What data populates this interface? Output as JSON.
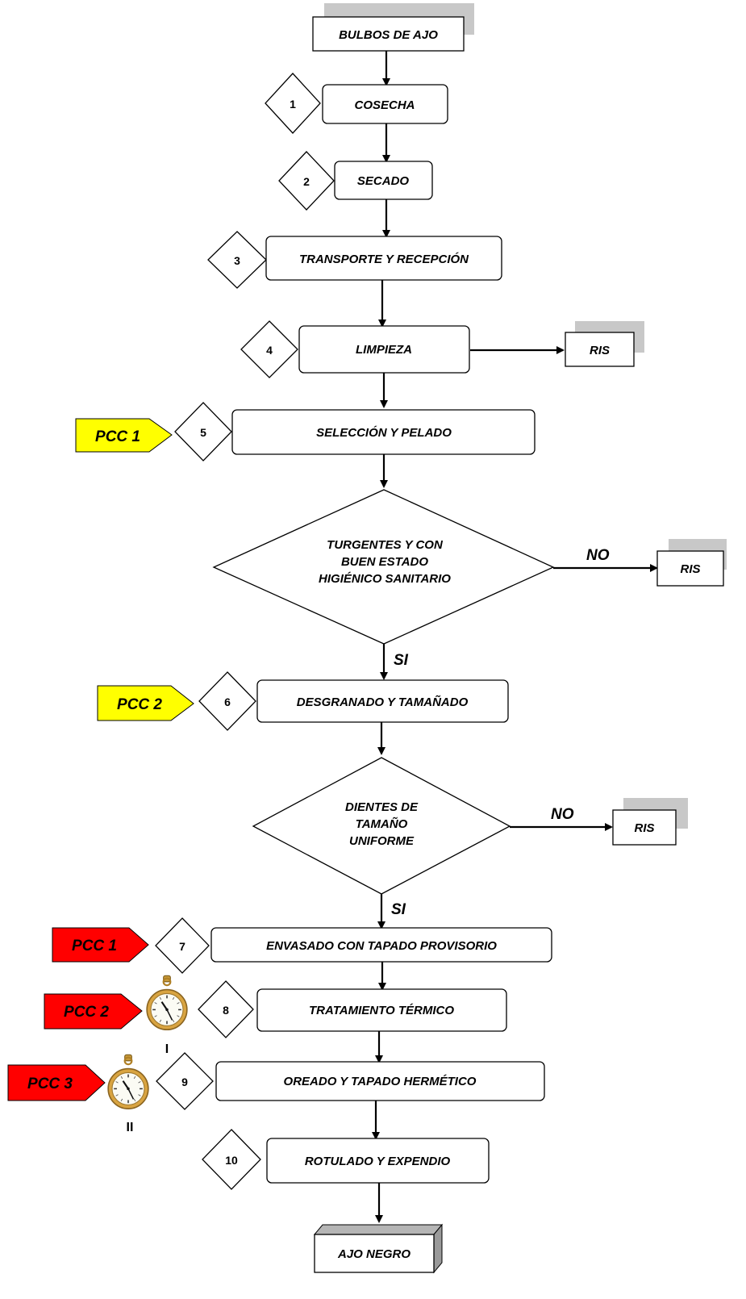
{
  "start": "BULBOS DE AJO",
  "end": "AJO NEGRO",
  "reject_label": "RIS",
  "yes_label": "SI",
  "no_label": "NO",
  "steps": [
    {
      "num": "1",
      "label": "COSECHA"
    },
    {
      "num": "2",
      "label": "SECADO"
    },
    {
      "num": "3",
      "label": "TRANSPORTE Y RECEPCIÓN"
    },
    {
      "num": "4",
      "label": "LIMPIEZA"
    },
    {
      "num": "5",
      "label": "SELECCIÓN Y PELADO"
    },
    {
      "num": "6",
      "label": "DESGRANADO Y TAMAÑADO"
    },
    {
      "num": "7",
      "label": "ENVASADO CON TAPADO PROVISORIO"
    },
    {
      "num": "8",
      "label": "TRATAMIENTO TÉRMICO"
    },
    {
      "num": "9",
      "label": "OREADO Y TAPADO HERMÉTICO"
    },
    {
      "num": "10",
      "label": "ROTULADO Y EXPENDIO"
    }
  ],
  "decisions": [
    {
      "lines": [
        "TURGENTES Y CON",
        "BUEN ESTADO",
        "HIGIÉNICO SANITARIO"
      ]
    },
    {
      "lines": [
        "DIENTES DE",
        "TAMAÑO",
        "UNIFORME"
      ]
    }
  ],
  "control_points": [
    {
      "label": "PCC 1",
      "color": "#FFFF00"
    },
    {
      "label": "PCC 2",
      "color": "#FFFF00"
    },
    {
      "label": "PCC 1",
      "color": "#FF0000"
    },
    {
      "label": "PCC 2",
      "color": "#FF0000"
    },
    {
      "label": "PCC 3",
      "color": "#FF0000"
    }
  ],
  "timers": [
    {
      "label": "I",
      "icon": "stopwatch-icon"
    },
    {
      "label": "II",
      "icon": "stopwatch-icon"
    }
  ]
}
